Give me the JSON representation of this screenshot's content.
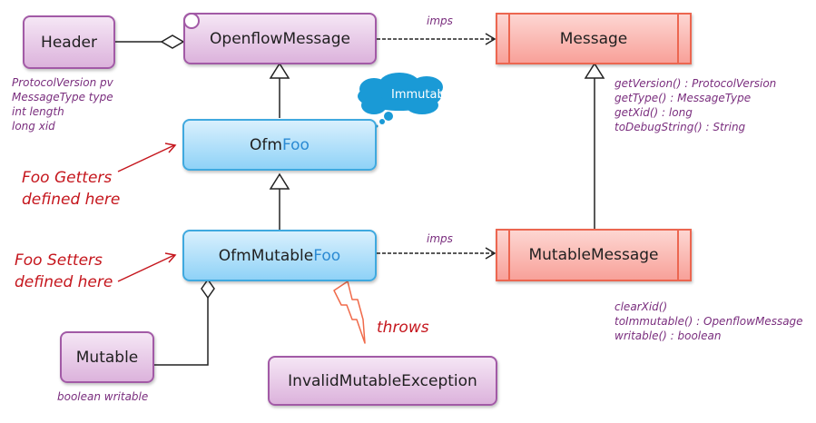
{
  "classes": {
    "header": {
      "name": "Header"
    },
    "openflow_message": {
      "name": "OpenflowMessage"
    },
    "message": {
      "name": "Message"
    },
    "ofm_foo": {
      "prefix": "Ofm",
      "accent": "Foo"
    },
    "ofm_mutable_foo": {
      "prefix": "OfmMutable",
      "accent": "Foo"
    },
    "mutable_message": {
      "name": "MutableMessage"
    },
    "mutable": {
      "name": "Mutable"
    },
    "invalid_mutable_exception": {
      "name": "InvalidMutableException"
    }
  },
  "notes": {
    "header_fields": [
      "ProtocolVersion pv",
      "MessageType  type",
      "int length",
      "long xid"
    ],
    "message_methods": [
      "getVersion() : ProtocolVersion",
      "getType() : MessageType",
      "getXid() : long",
      "toDebugString() : String"
    ],
    "mutable_message_methods": [
      "clearXid()",
      "toImmutable() : OpenflowMessage",
      "writable() : boolean"
    ],
    "mutable_fields": [
      "boolean writable"
    ]
  },
  "relations": {
    "imps_top": "imps",
    "imps_bottom": "imps",
    "throws": "throws"
  },
  "callouts": {
    "getters": [
      "Foo Getters",
      "defined here"
    ],
    "setters": [
      "Foo Setters",
      "defined here"
    ]
  },
  "cloud": {
    "label": "Immutable"
  },
  "colors": {
    "purple_border": "#a25aa6",
    "blue_border": "#3fa9df",
    "red_border": "#ec6650",
    "callout_red": "#c5161d",
    "note_purple": "#7a2e7e",
    "cloud_blue": "#1a9ad6",
    "accent_blue": "#2b8ad3"
  }
}
